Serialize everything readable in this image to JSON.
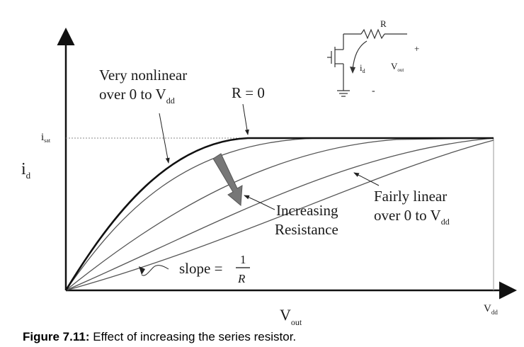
{
  "caption": {
    "label": "Figure 7.11:",
    "text": " Effect of increasing the series resistor."
  },
  "axes": {
    "y_label": "i",
    "y_label_sub": "d",
    "x_label": "V",
    "x_label_sub": "out",
    "isat_label": "i",
    "isat_label_sub": "sat",
    "vdd_tick": "V",
    "vdd_tick_sub": "dd"
  },
  "annotations": {
    "nonlinear_line1": "Very nonlinear",
    "nonlinear_line2": "over 0 to V",
    "nonlinear_sub": "dd",
    "r_zero": "R = 0",
    "increasing_line1": "Increasing",
    "increasing_line2": "Resistance",
    "linear_line1": "Fairly linear",
    "linear_line2": "over 0 to V",
    "linear_sub": "dd",
    "slope_text": "slope =",
    "slope_num": "1",
    "slope_den": "R"
  },
  "inset": {
    "r_label": "R",
    "id_label": "i",
    "id_sub": "d",
    "vout_label": "V",
    "vout_sub": "out",
    "plus": "+",
    "minus": "-"
  },
  "colors": {
    "curve_main": "#111111",
    "curve_family": "#555555",
    "arrow_fill": "#777777",
    "axis": "#111111",
    "dotted": "#888888"
  }
}
